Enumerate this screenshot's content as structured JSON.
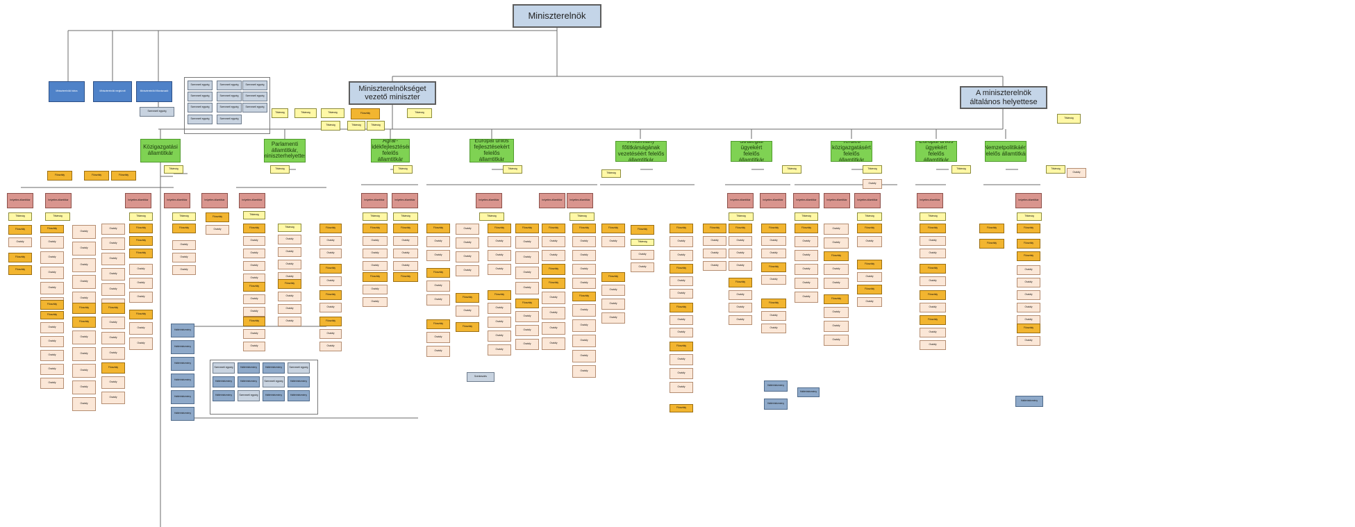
{
  "top": {
    "label": "Miniszterelnök"
  },
  "minister": {
    "label": "Miniszterelnökséget vezető miniszter"
  },
  "deputy": {
    "label": "A miniszterelnök általános helyettese"
  },
  "left_units": [
    {
      "label": "Miniszterelnöki biztos"
    },
    {
      "label": "Miniszterelnöki megbízott"
    },
    {
      "label": "Miniszterelnöki főtanácsadó"
    }
  ],
  "state_secretaries": [
    {
      "label": "Közigazgatási államtitkár"
    },
    {
      "label": "Parlamenti államtitkár, miniszterhelyettes"
    },
    {
      "label": "Agrár-vidékfejlesztésért felelős államtitkár"
    },
    {
      "label": "Európai uniós fejlesztésekért felelős államtitkár"
    },
    {
      "label": "A Kormány főtitkárságának vezetéséért felelős államtitkár"
    },
    {
      "label": "Stratégiai ügyekért felelős államtitkár"
    },
    {
      "label": "Területi közigazgatásért felelős államtitkár"
    },
    {
      "label": "Európai uniós ügyekért felelős államtitkár"
    },
    {
      "label": "Nemzetpolitikáért felelős államtitkár"
    }
  ],
  "generic": {
    "yellow": "Titkárság",
    "orange": "Főosztály",
    "pink": "helyettes államtitkár",
    "peach": "Osztály",
    "steel": "Háttérintézmény",
    "grey": "Szervezeti egység"
  },
  "footnote": "Szerkesztés"
}
